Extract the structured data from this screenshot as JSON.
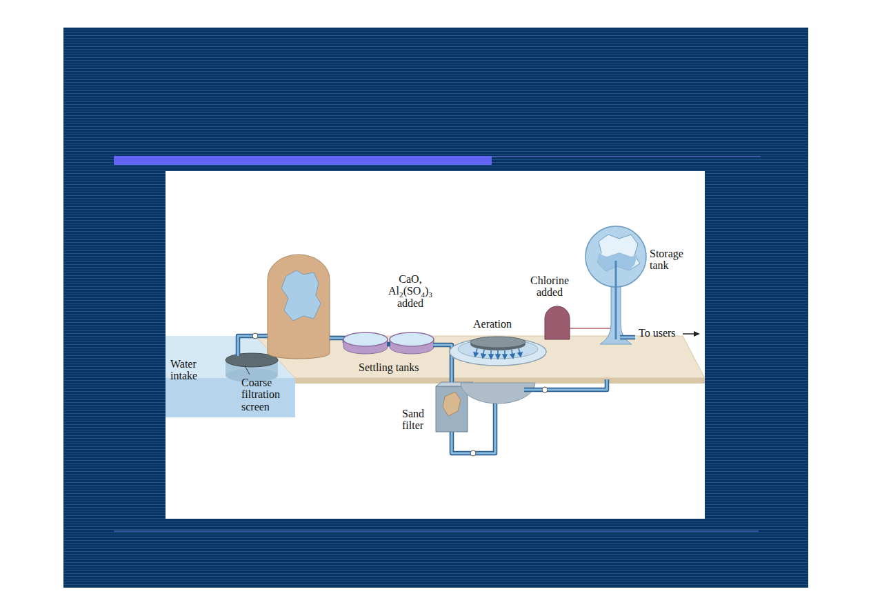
{
  "diagram": {
    "labels": [
      "Water intake",
      "Coarse filtration screen",
      "CaO, Al2(SO4)3 added",
      "Settling tanks",
      "Aeration",
      "Sand filter",
      "Chlorine added",
      "Storage tank",
      "To users"
    ]
  }
}
